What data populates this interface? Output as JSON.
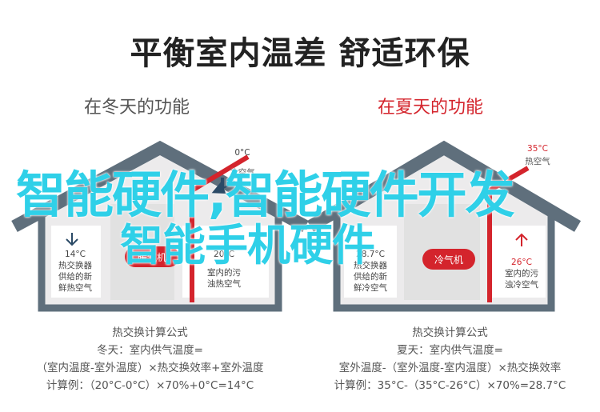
{
  "title": "平衡室内温差 舒适环保",
  "winter": {
    "subtitle": "在冬天的功能",
    "outdoor_temp": "0°C",
    "outdoor_label": "冷空气",
    "indoor_temp": "14°C",
    "indoor_lines": [
      "热交换器",
      "供给的新",
      "鲜热空气"
    ],
    "exhaust_temp": "20°C",
    "exhaust_lines": [
      "室内的污",
      "浊热空气"
    ],
    "unit_label": "暖气机",
    "formula": {
      "heading": "热交换计算公式",
      "season_line": "冬天：室内供气温度=",
      "expr_line": "（室内温度-室外温度）×热交换效率+室外温度",
      "example_line": "计算例：（20°C-0°C）×70%+0°C=14°C"
    }
  },
  "summer": {
    "subtitle": "在夏天的功能",
    "outdoor_temp": "35°C",
    "outdoor_label": "热空气",
    "indoor_temp": "28.7°C",
    "indoor_lines": [
      "热交换器",
      "供给的新",
      "鲜冷空气"
    ],
    "exhaust_temp": "26°C",
    "exhaust_lines": [
      "室内的污",
      "浊冷空气"
    ],
    "unit_label": "冷气机",
    "formula": {
      "heading": "热交换计算公式",
      "season_line": "夏天：室内供气温度=",
      "expr_line": "室外温度-（室外温度-室内温度）×热交换效率",
      "example_line": "计算例：35°C-（35°C-26°C）×70%=28.7°C"
    }
  },
  "overlay": {
    "line1": "智能硬件,智能硬件开发",
    "line2": "智能手机硬件"
  },
  "colors": {
    "house": "#5f6f7c",
    "red": "#d4242c",
    "blue_arrow": "#2b4a66",
    "wall": "#ecebec",
    "overlay": "#2fd0e8"
  }
}
